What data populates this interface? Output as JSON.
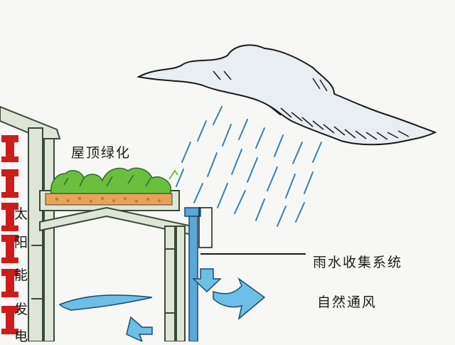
{
  "labels": {
    "roof_greening": "屋顶绿化",
    "rainwater_system": "雨水收集系统",
    "natural_ventilation": "自然通风",
    "solar_chars": [
      "太",
      "阳",
      "能",
      "发",
      "电"
    ]
  },
  "colors": {
    "ink": "#1a1a1a",
    "wall_fill": "#dfe6d7",
    "wall_stroke": "#3a4a3a",
    "rain": "#3a7fb0",
    "pipe": "#5aa7d8",
    "wind_arrow": "#6cc0e8",
    "greenery": "#6bbf3f",
    "soil": "#e9a25a",
    "red_marks": "#cc1c1c",
    "cloud_fill": "#e9eef3"
  }
}
